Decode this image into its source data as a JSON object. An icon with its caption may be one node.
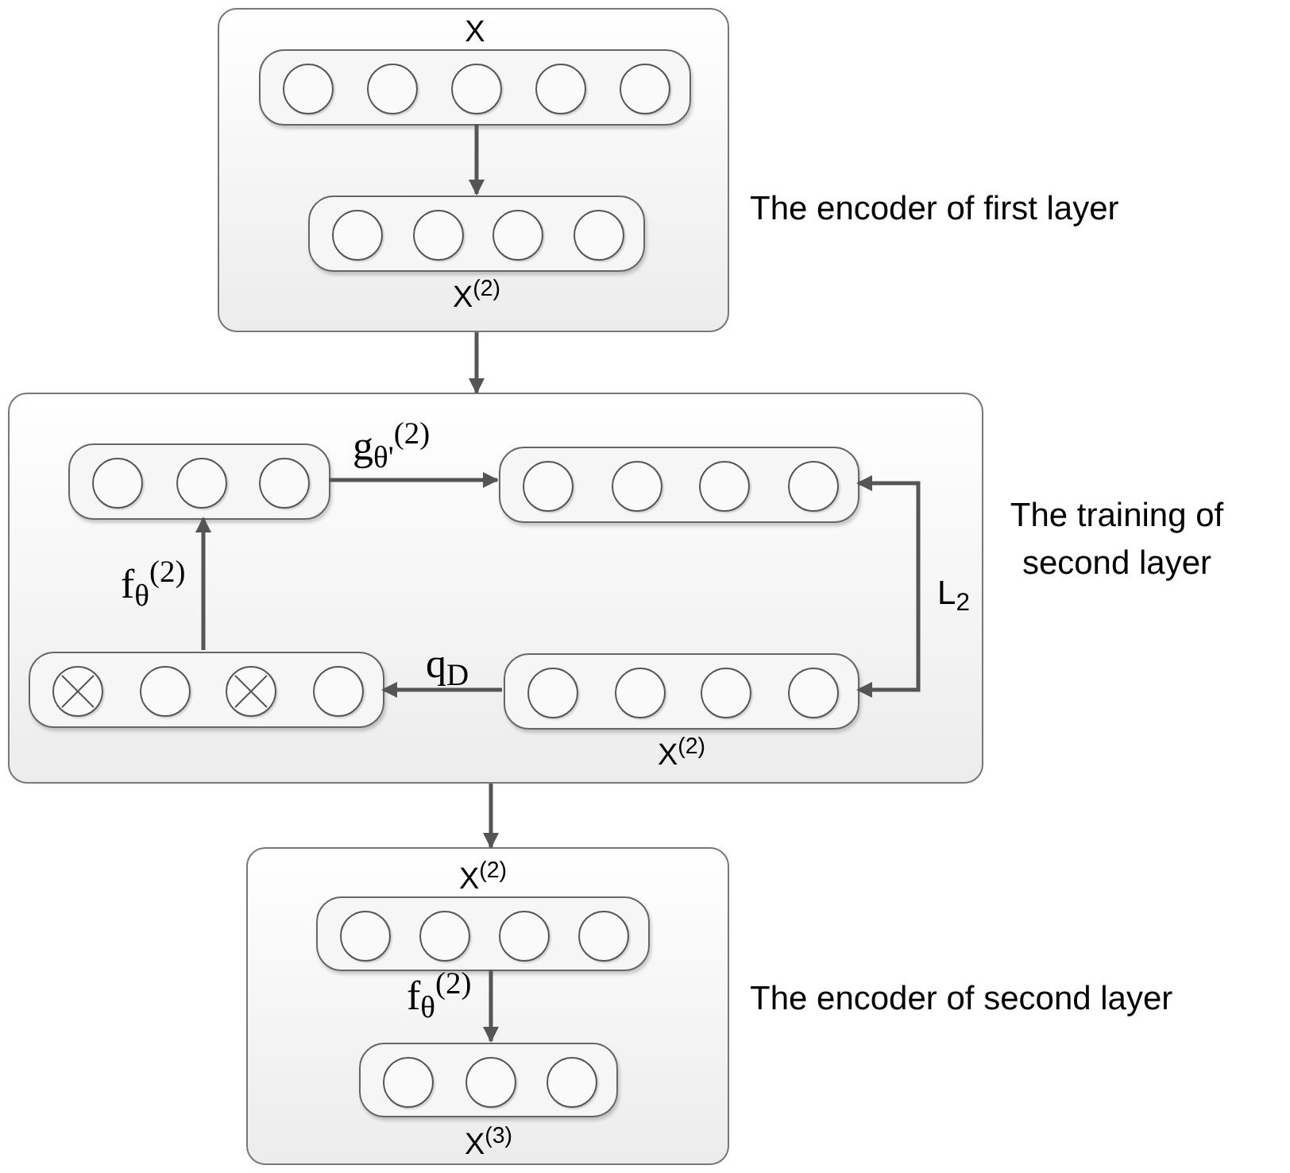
{
  "diagram": {
    "nodes": [
      {
        "text": [],
        "shape": "box",
        "beside": [
          "The encoder of first layer"
        ]
      },
      {
        "text": [
          "X"
        ],
        "in": 0
      },
      {
        "text": [],
        "shape": "circle",
        "in": 1
      },
      {
        "text": [],
        "shape": "circle",
        "in": 1
      },
      {
        "text": [],
        "shape": "circle",
        "in": 1
      },
      {
        "text": [],
        "shape": "circle",
        "in": 1
      },
      {
        "text": [],
        "shape": "circle",
        "in": 1
      },
      {
        "text": [
          "X$^{(2)}$"
        ],
        "in": 0
      },
      {
        "text": [],
        "shape": "circle",
        "in": 7
      },
      {
        "text": [],
        "shape": "circle",
        "in": 7
      },
      {
        "text": [],
        "shape": "circle",
        "in": 7
      },
      {
        "text": [],
        "shape": "circle",
        "in": 7
      },
      {
        "text": [],
        "shape": "box",
        "beside": [
          "The training of second layer"
        ]
      },
      {
        "text": [],
        "shape": "box",
        "in": 12
      },
      {
        "text": [],
        "shape": "circle",
        "in": 13
      },
      {
        "text": [],
        "shape": "circle",
        "in": 13
      },
      {
        "text": [],
        "shape": "circle",
        "in": 13
      },
      {
        "text": [],
        "shape": "box",
        "in": 12
      },
      {
        "text": [],
        "shape": "circle",
        "in": 17
      },
      {
        "text": [],
        "shape": "circle",
        "in": 17
      },
      {
        "text": [],
        "shape": "circle",
        "in": 17
      },
      {
        "text": [],
        "shape": "circle",
        "in": 17
      },
      {
        "text": [],
        "shape": "box",
        "in": 12
      },
      {
        "text": [],
        "shape": "cross",
        "in": 22
      },
      {
        "text": [],
        "shape": "circle",
        "in": 22
      },
      {
        "text": [],
        "shape": "cross",
        "in": 22
      },
      {
        "text": [],
        "shape": "circle",
        "in": 22
      },
      {
        "text": [
          "X$^{(2)}$"
        ],
        "in": 12
      },
      {
        "text": [],
        "shape": "circle",
        "in": 27
      },
      {
        "text": [],
        "shape": "circle",
        "in": 27
      },
      {
        "text": [],
        "shape": "circle",
        "in": 27
      },
      {
        "text": [],
        "shape": "circle",
        "in": 27
      },
      {
        "text": [],
        "shape": "box",
        "beside": [
          "The encoder of second layer"
        ]
      },
      {
        "text": [
          "X$^{(2)}$"
        ],
        "in": 32
      },
      {
        "text": [],
        "shape": "circle",
        "in": 33
      },
      {
        "text": [],
        "shape": "circle",
        "in": 33
      },
      {
        "text": [],
        "shape": "circle",
        "in": 33
      },
      {
        "text": [],
        "shape": "circle",
        "in": 33
      },
      {
        "text": [
          "X$^{(3)}$"
        ],
        "in": 32
      },
      {
        "text": [],
        "shape": "circle",
        "in": 38
      },
      {
        "text": [],
        "shape": "circle",
        "in": 38
      },
      {
        "text": [],
        "shape": "circle",
        "in": 38
      }
    ],
    "edges": [
      {
        "from": 1,
        "to": 7,
        "arrow": "to"
      },
      {
        "from": 0,
        "to": 12,
        "arrow": "to"
      },
      {
        "from": 13,
        "to": 17,
        "arrow": "to",
        "label": "g$_{θ'}$$^{(2)}$"
      },
      {
        "from": 22,
        "to": 13,
        "arrow": "to",
        "label": "f$_{θ}$$^{(2)}$"
      },
      {
        "from": 27,
        "to": 22,
        "arrow": "to",
        "label": "q$_{D}$"
      },
      {
        "from": 17,
        "to": 27,
        "arrow": "both",
        "label": "L$_{2}$"
      },
      {
        "from": 12,
        "to": 32,
        "arrow": "to"
      },
      {
        "from": 33,
        "to": 38,
        "arrow": "to",
        "label": "f$_{θ}$$^{(2)}$"
      }
    ]
  }
}
